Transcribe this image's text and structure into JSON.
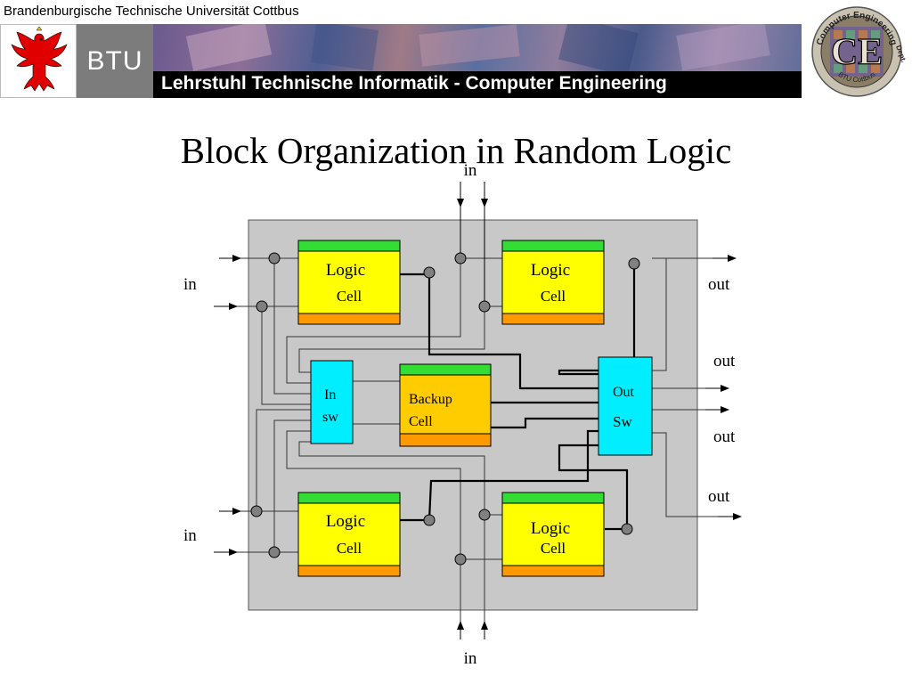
{
  "header": {
    "university": "Brandenburgische Technische Universität Cottbus",
    "btu_label": "BTU",
    "chair": "Lehrstuhl Technische Informatik - Computer Engineering",
    "badge_top": "Computer Engineering",
    "badge_bottom": "BTU Cottbus",
    "badge_right": "Dept.",
    "badge_initials": "CE"
  },
  "slide": {
    "title": "Block Organization in Random Logic"
  },
  "diagram": {
    "logic_cells": [
      {
        "line1": "Logic",
        "line2": "Cell"
      },
      {
        "line1": "Logic",
        "line2": "Cell"
      },
      {
        "line1": "Logic",
        "line2": "Cell"
      },
      {
        "line1": "Logic",
        "line2": "Cell"
      }
    ],
    "backup_cell": {
      "line1": "Backup",
      "line2": "Cell"
    },
    "in_switch": {
      "line1": "In",
      "line2": "sw"
    },
    "out_switch": {
      "line1": "Out",
      "line2": "Sw"
    },
    "port_labels": {
      "top": "in",
      "bottom": "in",
      "left_upper": "in",
      "left_lower": "in",
      "right_1": "out",
      "right_2": "out",
      "right_3": "out",
      "right_4": "out"
    },
    "colors": {
      "die": "#c8c8c8",
      "cell_fill": "#ffff00",
      "cell_top": "#33dd33",
      "cell_bottom": "#ff9900",
      "backup_fill": "#ffcc00",
      "switch_fill": "#00eeff",
      "node": "#808080"
    }
  }
}
